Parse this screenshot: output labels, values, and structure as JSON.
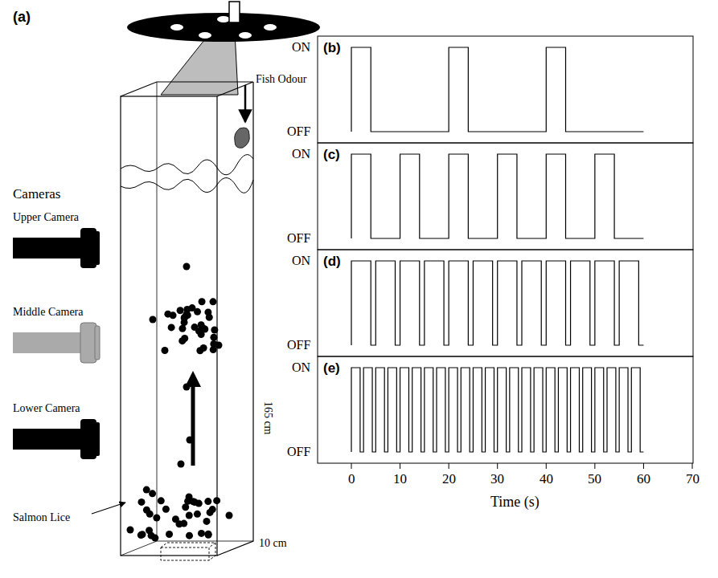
{
  "diagram": {
    "labels": [
      "(a)",
      "Fish Odour",
      "Cameras",
      "Upper Camera",
      "Middle Camera",
      "Lower Camera",
      "165 cm",
      "Salmon Lice",
      "10 cm",
      "(b)",
      "ON",
      "OFF",
      "(c)",
      "ON",
      "OFF",
      "(d)",
      "ON",
      "OFF",
      "(e)",
      "ON",
      "OFF",
      "0",
      "10",
      "20",
      "30",
      "40",
      "50",
      "60",
      "70",
      "Time (s)"
    ]
  }
}
